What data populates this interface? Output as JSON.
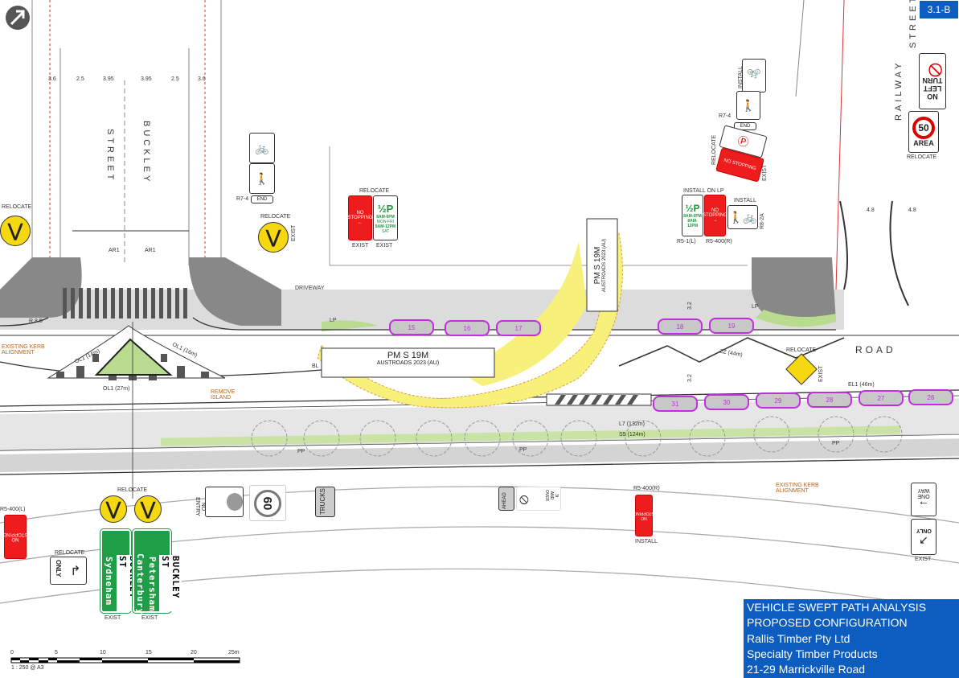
{
  "sheet_id": "3.1-B",
  "title_block": {
    "line1": "VEHICLE SWEPT PATH ANALYSIS",
    "line2": "PROPOSED CONFIGURATION",
    "line3": "Rallis Timber Pty Ltd",
    "line4": "Specialty Timber Products",
    "line5": "21-29 Marrickville Road"
  },
  "scale_bar": {
    "ticks": [
      "0",
      "5",
      "10",
      "15",
      "20",
      "25m"
    ],
    "scale": "1 : 250  @  A3"
  },
  "streets": {
    "buckley": "BUCKLEY",
    "street": "STREET",
    "road": "ROAD",
    "railway": "RAILWAY",
    "railway_street": "STREET"
  },
  "dimensions": [
    "3.6",
    "2.5",
    "3.95",
    "3.95",
    "2.5",
    "3.6"
  ],
  "vehicle": {
    "name": "PM S 19M",
    "standard": "AUSTROADS 2023 (AU)"
  },
  "cars_top": [
    "15",
    "16",
    "17",
    "18",
    "19"
  ],
  "cars_bottom": [
    "31",
    "30",
    "29",
    "28",
    "27",
    "26"
  ],
  "labels": {
    "existing_kerb": "EXISTING KERB ALIGNMENT",
    "remove_island": "REMOVE ISLAND",
    "relocate": "RELOCATE",
    "exist": "EXIST",
    "install": "INSTALL",
    "install_on_lp": "INSTALL ON LP",
    "driveway": "DRIVEWAY",
    "ar1": "AR1",
    "ol1_27": "OL1 (27m)",
    "ol1_14": "OL1 (14m)",
    "ol1_16": "OL1 (16m)",
    "zz": "ZZ (44m)",
    "el1": "EL1 (46m)",
    "l7": "L7 (132m)",
    "s5": "S5 (124m)",
    "pp": "PP",
    "lp": "LP",
    "bl": "BL",
    "r85": "R 8.5",
    "dim_32": "3.2",
    "dim_48": "4.8",
    "end": "END"
  },
  "signs": {
    "no_stopping": "NO STOPPING",
    "half_p": "½P",
    "half_p_time1": "8AM-6PM",
    "half_p_days1": "MON-FRI",
    "half_p_time2": "8AM-12PM",
    "half_p_days2": "SAT",
    "r5_1": "R5-1(L)",
    "r5_400": "R5-400(R)",
    "r8_2a": "R8-2A",
    "r7_4": "R7-4",
    "no_left_turn": "NO LEFT TURN",
    "speed_50": "50",
    "area": "AREA",
    "speed_60": "60",
    "no_entry": "NO ENTRY",
    "trucks": "TRUCKS",
    "ahead": "AHEAD",
    "over": "3t AND OVER",
    "only": "ONLY",
    "one_way": "ONE WAY",
    "buckley_st": "BUCKLEY ST",
    "sydneham": "Sydneham",
    "petersham": "Petersham",
    "canterbury": "Canterbury",
    "r5_400l": "R5-400(L)"
  },
  "colors": {
    "title_bg": "#0d5cc0",
    "swept_path": "#f7f07a",
    "car_outline": "#c02ee0",
    "no_stopping": "#ee1c1c",
    "guide_sign": "#1f9e48",
    "warning": "#f5d712"
  }
}
